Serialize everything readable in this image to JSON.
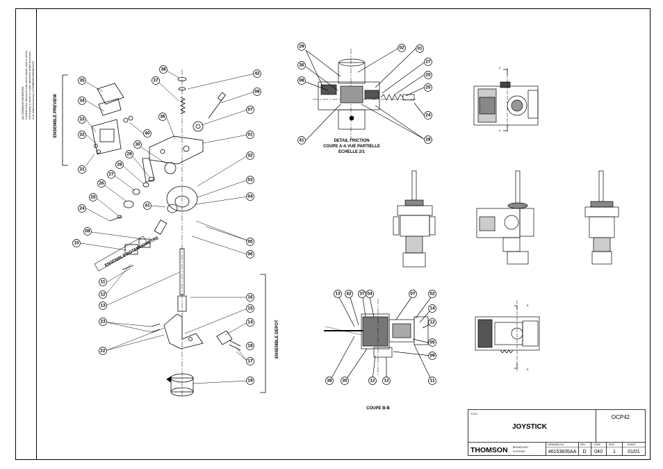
{
  "copyright": [
    "ALL DRAWINGS RESERVED",
    "Contents of this document must not be copied, used or sent to",
    "a third party, in whole or in part, without the written permission",
    "of an authorized person of THOMSON BROADCAST"
  ],
  "assemblies": {
    "preview": "ENSEMBLE PREVIEW",
    "potentiometre": "ENSEMBLE POTENTIOMETRE",
    "depot": "ENSEMBLE DEPOT"
  },
  "sections": {
    "friction_title": "DETAIL FRICTION",
    "friction_sub": "COUPE A-A VUE PARTIELLE",
    "friction_scale": "ECHELLE 2/1",
    "coupe_bb": "COUPE B-B",
    "marker_a": "A",
    "marker_b": "B"
  },
  "callouts": {
    "exploded": [
      "38",
      "42",
      "37",
      "35",
      "08",
      "34",
      "36",
      "07",
      "33",
      "40",
      "32",
      "01",
      "31",
      "30",
      "02",
      "29",
      "28",
      "27",
      "03",
      "26",
      "25",
      "41",
      "04",
      "24",
      "05",
      "09",
      "10",
      "06",
      "11",
      "12",
      "13",
      "16",
      "15",
      "14",
      "23",
      "22",
      "17",
      "18",
      "19"
    ],
    "detail_top": [
      "29",
      "36",
      "08",
      "41",
      "02",
      "01",
      "27",
      "25",
      "25",
      "24",
      "28"
    ],
    "detail_bottom": [
      "13",
      "42",
      "37",
      "04",
      "07",
      "02",
      "14",
      "12",
      "05",
      "09",
      "38",
      "30",
      "12",
      "12",
      "11"
    ]
  },
  "title_block": {
    "title_label": "TITLE",
    "title": "JOYSTICK",
    "ref": "OCP42",
    "company": "THOMSON",
    "company_sub_1": "BROADCAST",
    "company_sub_2": "SYSTEMS",
    "drawing_no_label": "DRAWING No",
    "drawing_no": "46153835AA",
    "rev_label": "REV",
    "rev": "D",
    "code_label": "CODE",
    "code": "040",
    "size_label": "SIZE",
    "size": "1",
    "sheet_label": "SHEET",
    "sheet": "01/01"
  }
}
